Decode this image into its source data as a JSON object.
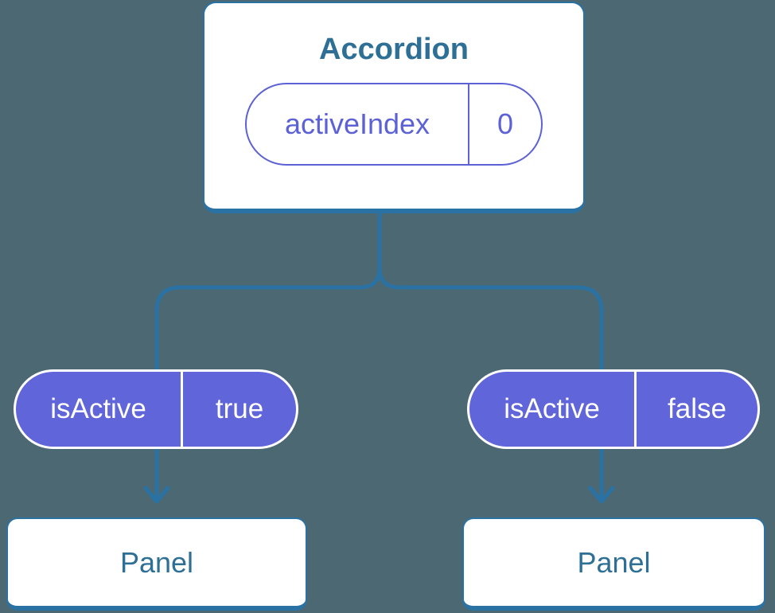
{
  "colors": {
    "background": "#4c6872",
    "connector_line": "#2b72a4",
    "card_text": "#2e6f96",
    "prop_pill_fill": "#6065d9",
    "state_pill_outline": "#5c62d6",
    "card_background": "#ffffff"
  },
  "diagram": {
    "root": {
      "title": "Accordion",
      "state_pill": {
        "name": "activeIndex",
        "value": "0"
      }
    },
    "edges": [
      {
        "prop": {
          "name": "isActive",
          "value": "true"
        },
        "child_title": "Panel"
      },
      {
        "prop": {
          "name": "isActive",
          "value": "false"
        },
        "child_title": "Panel"
      }
    ]
  }
}
